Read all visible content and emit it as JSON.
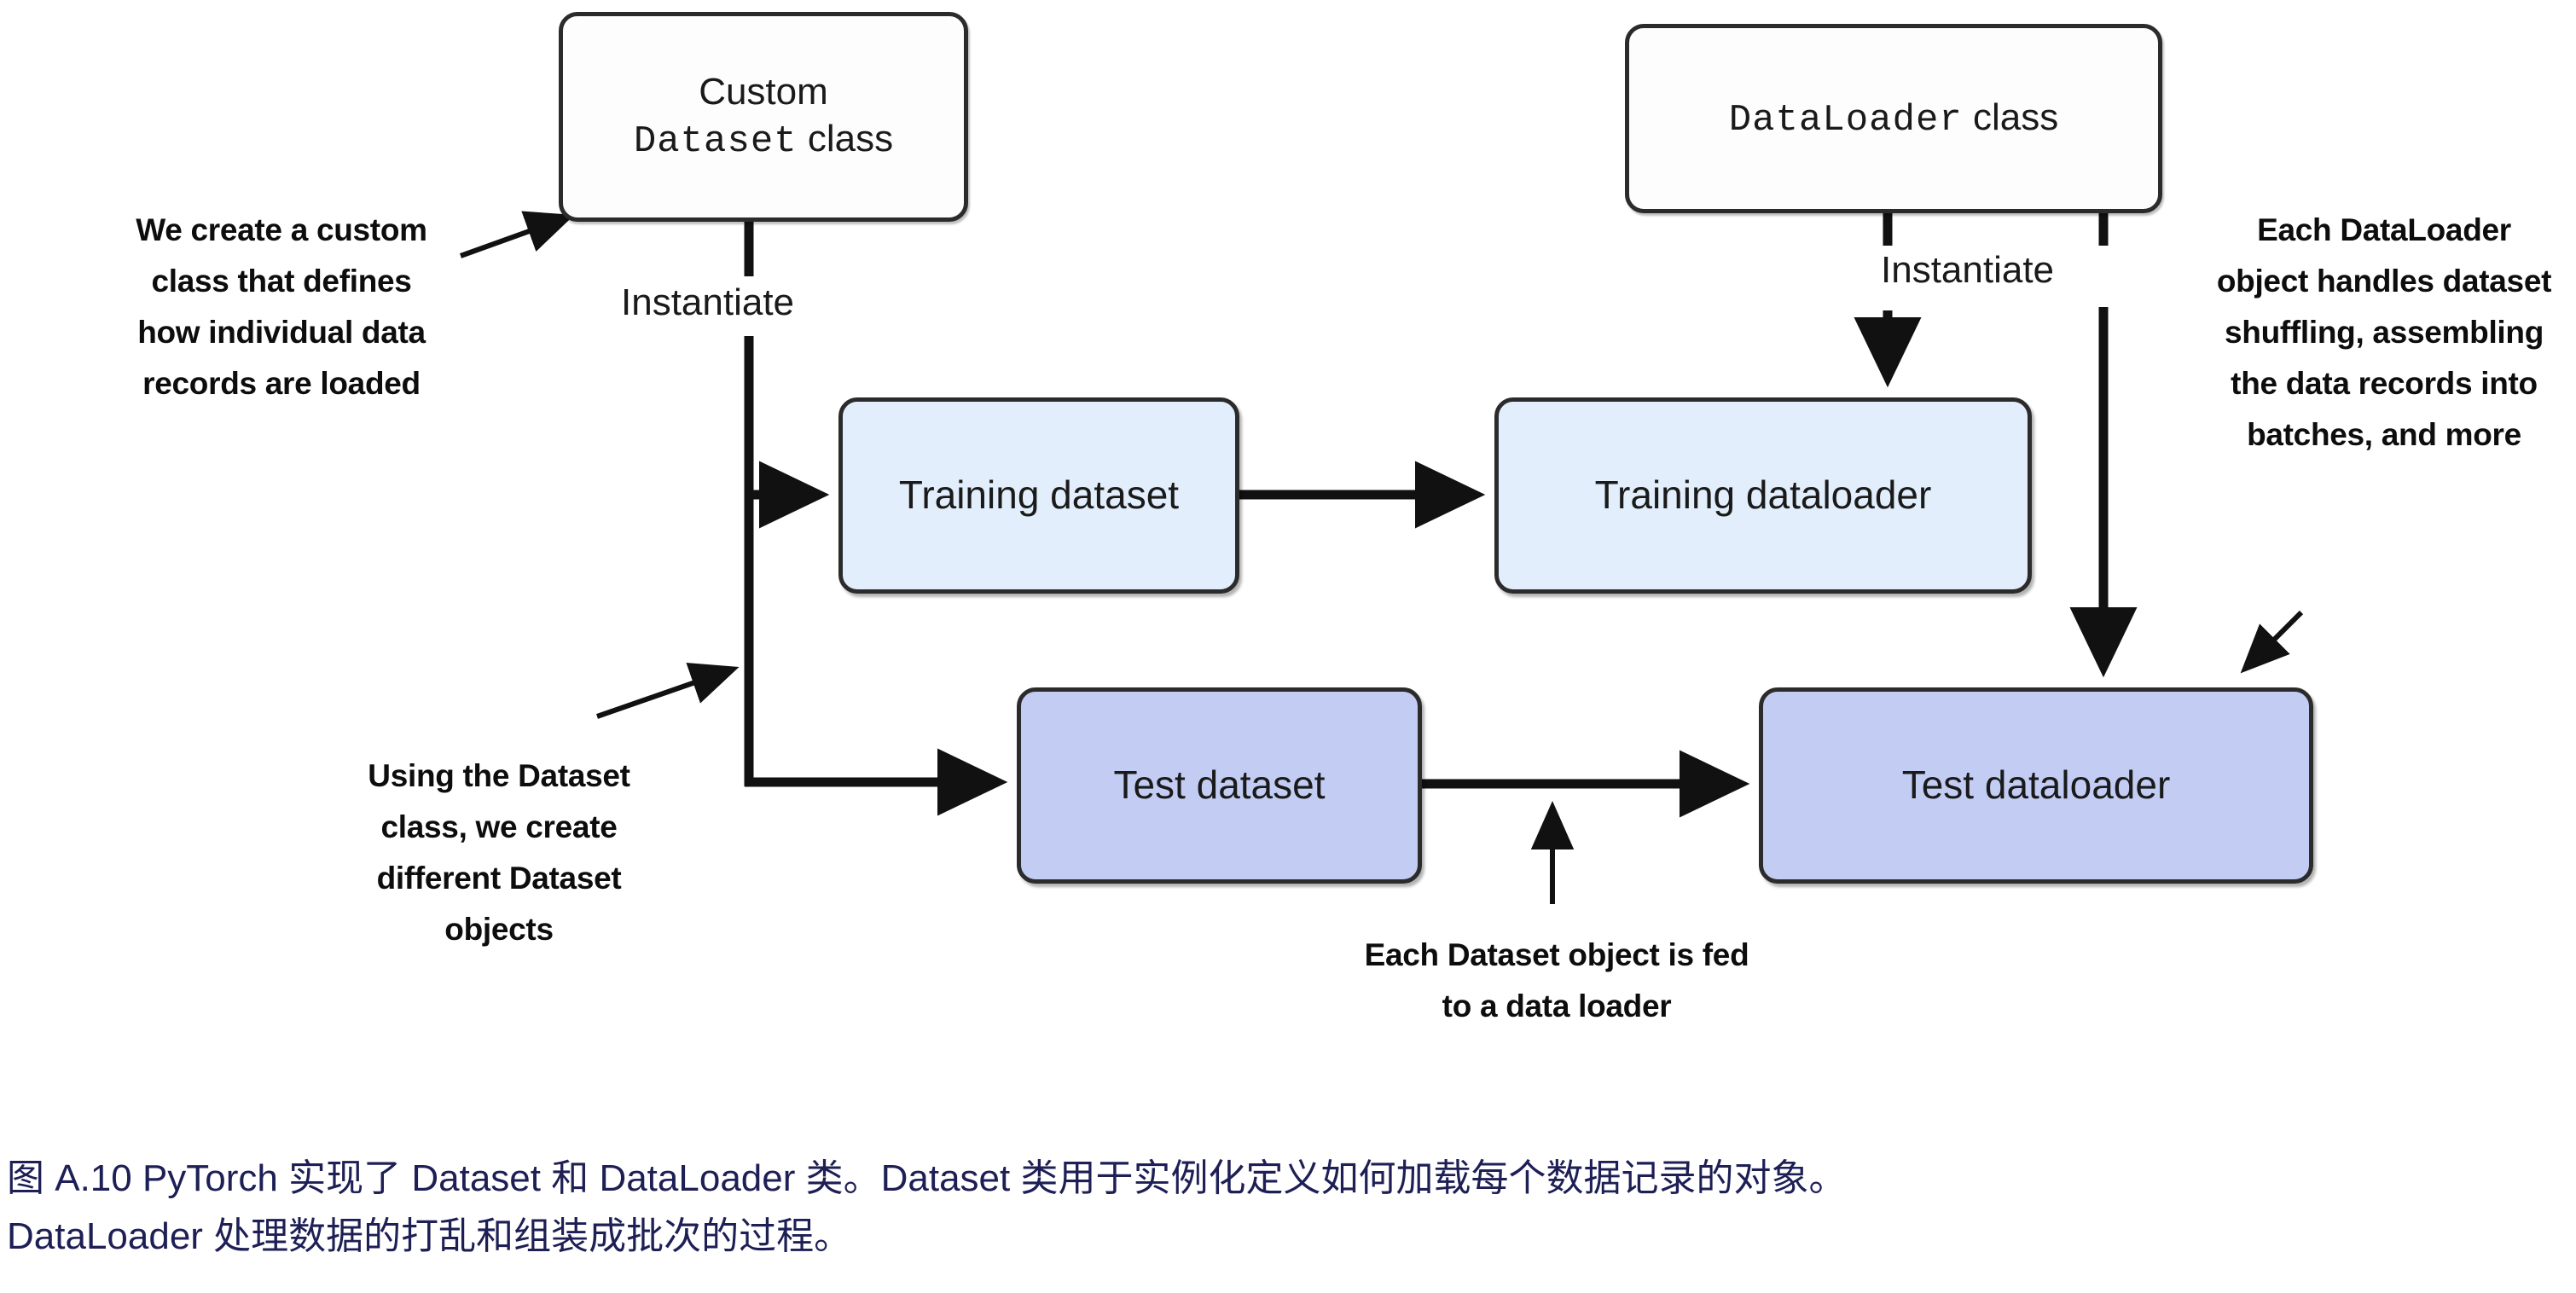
{
  "figure": {
    "domain": "diagram",
    "background_color": "#ffffff",
    "caption_color": "#1d1f55"
  },
  "nodes": [
    {
      "id": "custom-dataset-class",
      "line1": "Custom",
      "line2_mono": "Dataset",
      "line2_sans": " class",
      "fill": "#fdfdfd",
      "stroke": "#2b2b2b"
    },
    {
      "id": "dataloader-class",
      "mono": "DataLoader",
      "sans": " class",
      "fill": "#fdfdfd",
      "stroke": "#2b2b2b"
    },
    {
      "id": "training-dataset",
      "label": "Training dataset",
      "fill": "#e2eefb",
      "stroke": "#2b2b2b"
    },
    {
      "id": "training-dataloader",
      "label": "Training dataloader",
      "fill": "#e2eefb",
      "stroke": "#2b2b2b"
    },
    {
      "id": "test-dataset",
      "label": "Test dataset",
      "fill": "#c3cdf4",
      "stroke": "#2b2b2b"
    },
    {
      "id": "test-dataloader",
      "label": "Test dataloader",
      "fill": "#c3cdf4",
      "stroke": "#2b2b2b"
    }
  ],
  "flow_labels": {
    "instantiate_left": "Instantiate",
    "instantiate_right": "Instantiate"
  },
  "annotations": {
    "we_create": "We create a custom class that defines how individual data records are loaded",
    "using_the_dataset": "Using the Dataset class, we create different Dataset objects",
    "each_dataloader": "Each DataLoader object handles dataset shuffling, assembling the data records into batches, and more",
    "each_dataset": "Each Dataset object is fed to a data loader"
  },
  "caption": {
    "line1": "图 A.10 PyTorch 实现了 Dataset 和 DataLoader 类。Dataset 类用于实例化定义如何加载每个数据记录的对象。",
    "line2": "DataLoader 处理数据的打乱和组装成批次的过程。"
  }
}
